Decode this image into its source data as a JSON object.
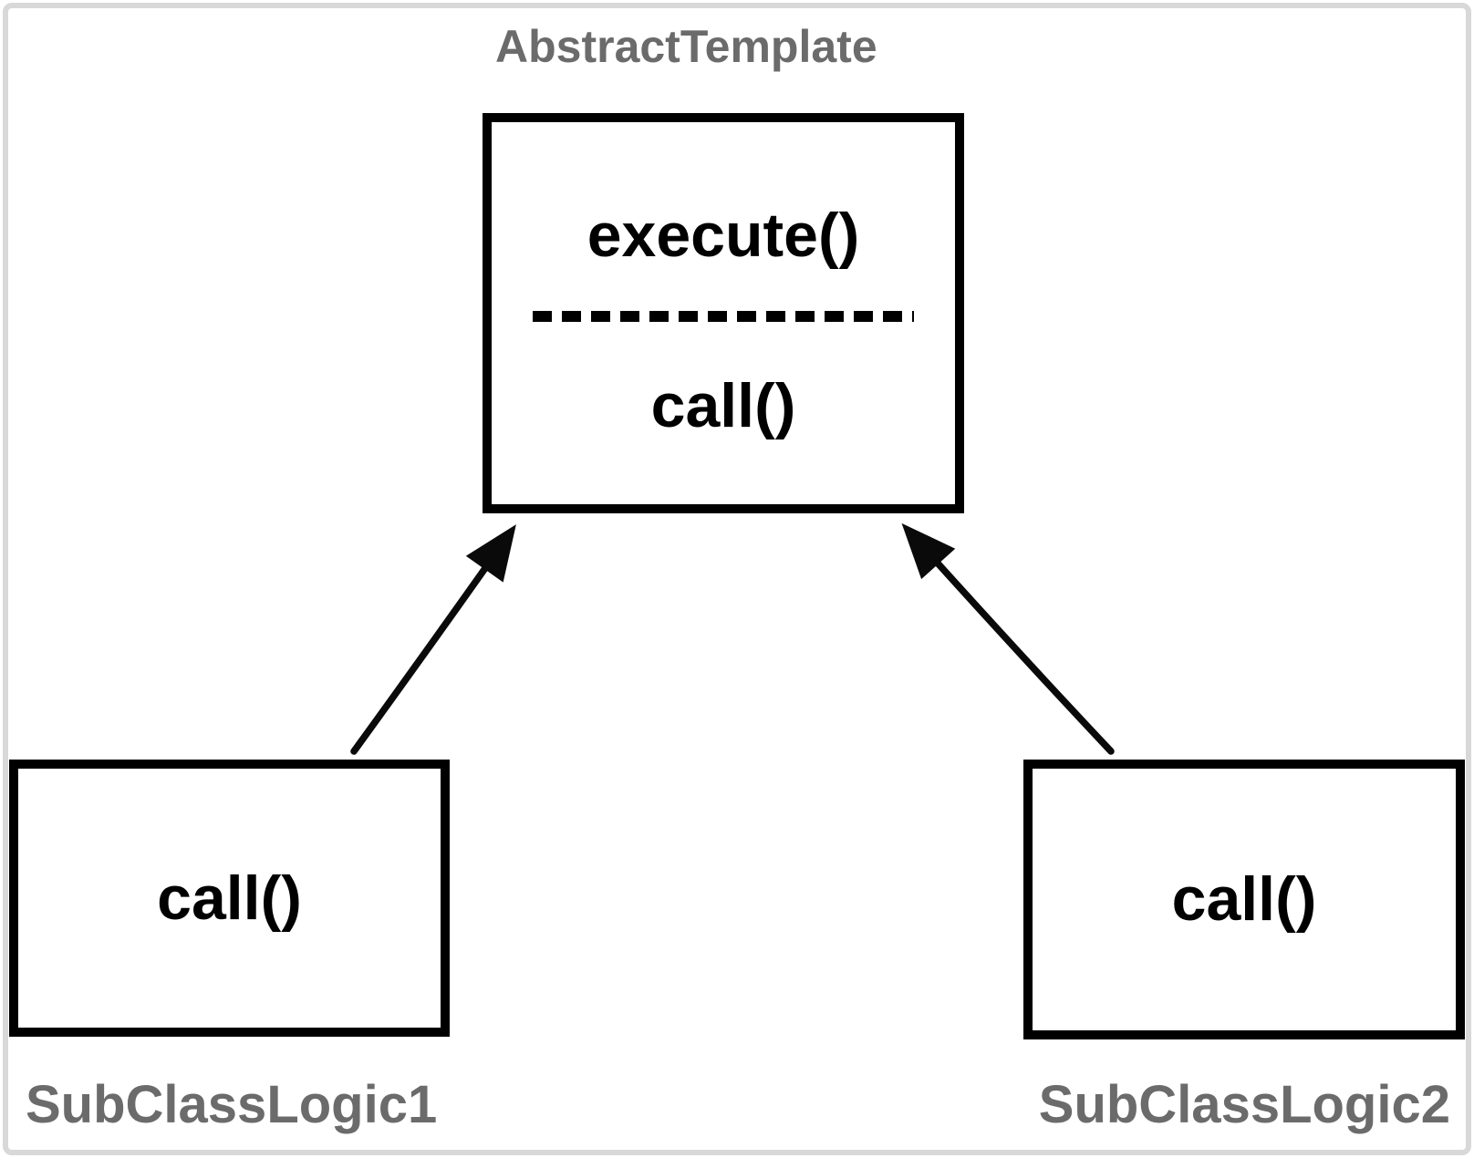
{
  "diagram": {
    "title": "AbstractTemplate",
    "abstract_box": {
      "method_top": "execute()",
      "method_bottom": "call()"
    },
    "subclass1": {
      "label": "SubClassLogic1",
      "method": "call()"
    },
    "subclass2": {
      "label": "SubClassLogic2",
      "method": "call()"
    },
    "relationships": [
      "SubClassLogic1 inherits AbstractTemplate",
      "SubClassLogic2 inherits AbstractTemplate"
    ],
    "colors": {
      "box_border": "#000000",
      "method_text": "#000000",
      "label_text": "#6b6b6b",
      "frame_border": "#d8d8d8",
      "background": "#ffffff"
    }
  }
}
